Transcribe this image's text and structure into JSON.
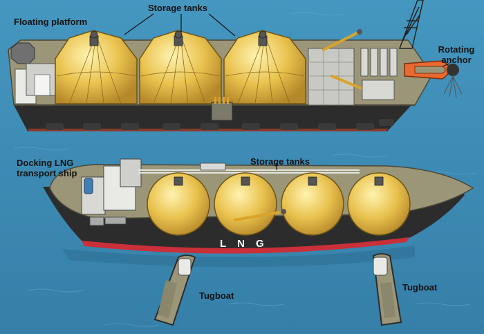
{
  "labels": {
    "floating_platform": "Floating platform",
    "storage_tanks_top": "Storage tanks",
    "rotating_anchor_line1": "Rotating",
    "rotating_anchor_line2": "anchor",
    "docking_ship_line1": "Docking LNG",
    "docking_ship_line2": "transport ship",
    "storage_tanks_ship": "Storage tanks",
    "tugboat_left": "Tugboat",
    "tugboat_right": "Tugboat",
    "hull_text": "LNG"
  },
  "colors": {
    "water": "#3d8fb8",
    "hull": "#9b9678",
    "tank": "#e9c24e",
    "anchor": "#e9692f",
    "hull_dark": "#2c2c2c",
    "hull_stripe": "#c9303a"
  },
  "counts": {
    "platform_tanks": 3,
    "ship_tanks": 4,
    "tugboats": 2
  }
}
